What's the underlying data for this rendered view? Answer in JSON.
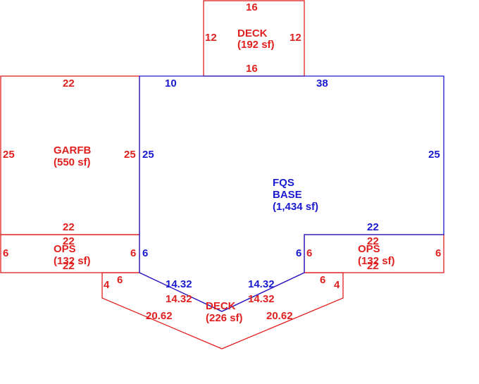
{
  "colors": {
    "exterior": "#e0201f",
    "base": "#1a1ad0",
    "background": "#ffffff"
  },
  "areas": {
    "deck_top": {
      "name": "DECK",
      "area": "(192 sf)"
    },
    "garage": {
      "name": "GARFB",
      "area": "(550 sf)"
    },
    "base": {
      "line1": "FQS",
      "line2": "BASE",
      "area": "(1,434 sf)"
    },
    "ops_left": {
      "name": "OPS",
      "area": "(132 sf)"
    },
    "ops_right": {
      "name": "OPS",
      "area": "(132 sf)"
    },
    "deck_bottom": {
      "name": "DECK",
      "area": "(226 sf)"
    }
  },
  "dimensions": {
    "deck_top_top": "16",
    "deck_top_bottom": "16",
    "deck_top_left": "12",
    "deck_top_right": "12",
    "garage_top": "22",
    "garage_left": "25",
    "garage_right": "25",
    "garage_bottom": "22",
    "base_top_left": "10",
    "base_top_right": "38",
    "base_left": "25",
    "base_right": "25",
    "base_right_lower": "22",
    "base_lower_left": "6",
    "base_lower_right": "6",
    "base_diag_left": "14.32",
    "base_diag_right": "14.32",
    "ops_left_top": "22",
    "ops_left_bottom": "22",
    "ops_left_left": "6",
    "ops_left_right": "6",
    "ops_right_top": "22",
    "ops_right_bottom": "22",
    "ops_right_left": "6",
    "ops_right_right": "6",
    "deck_bottom_left_side": "4",
    "deck_bottom_right_side": "4",
    "deck_bottom_left_step": "6",
    "deck_bottom_right_step": "6",
    "deck_bottom_inner_left": "14.32",
    "deck_bottom_inner_right": "14.32",
    "deck_bottom_outer_left": "20.62",
    "deck_bottom_outer_right": "20.62"
  }
}
